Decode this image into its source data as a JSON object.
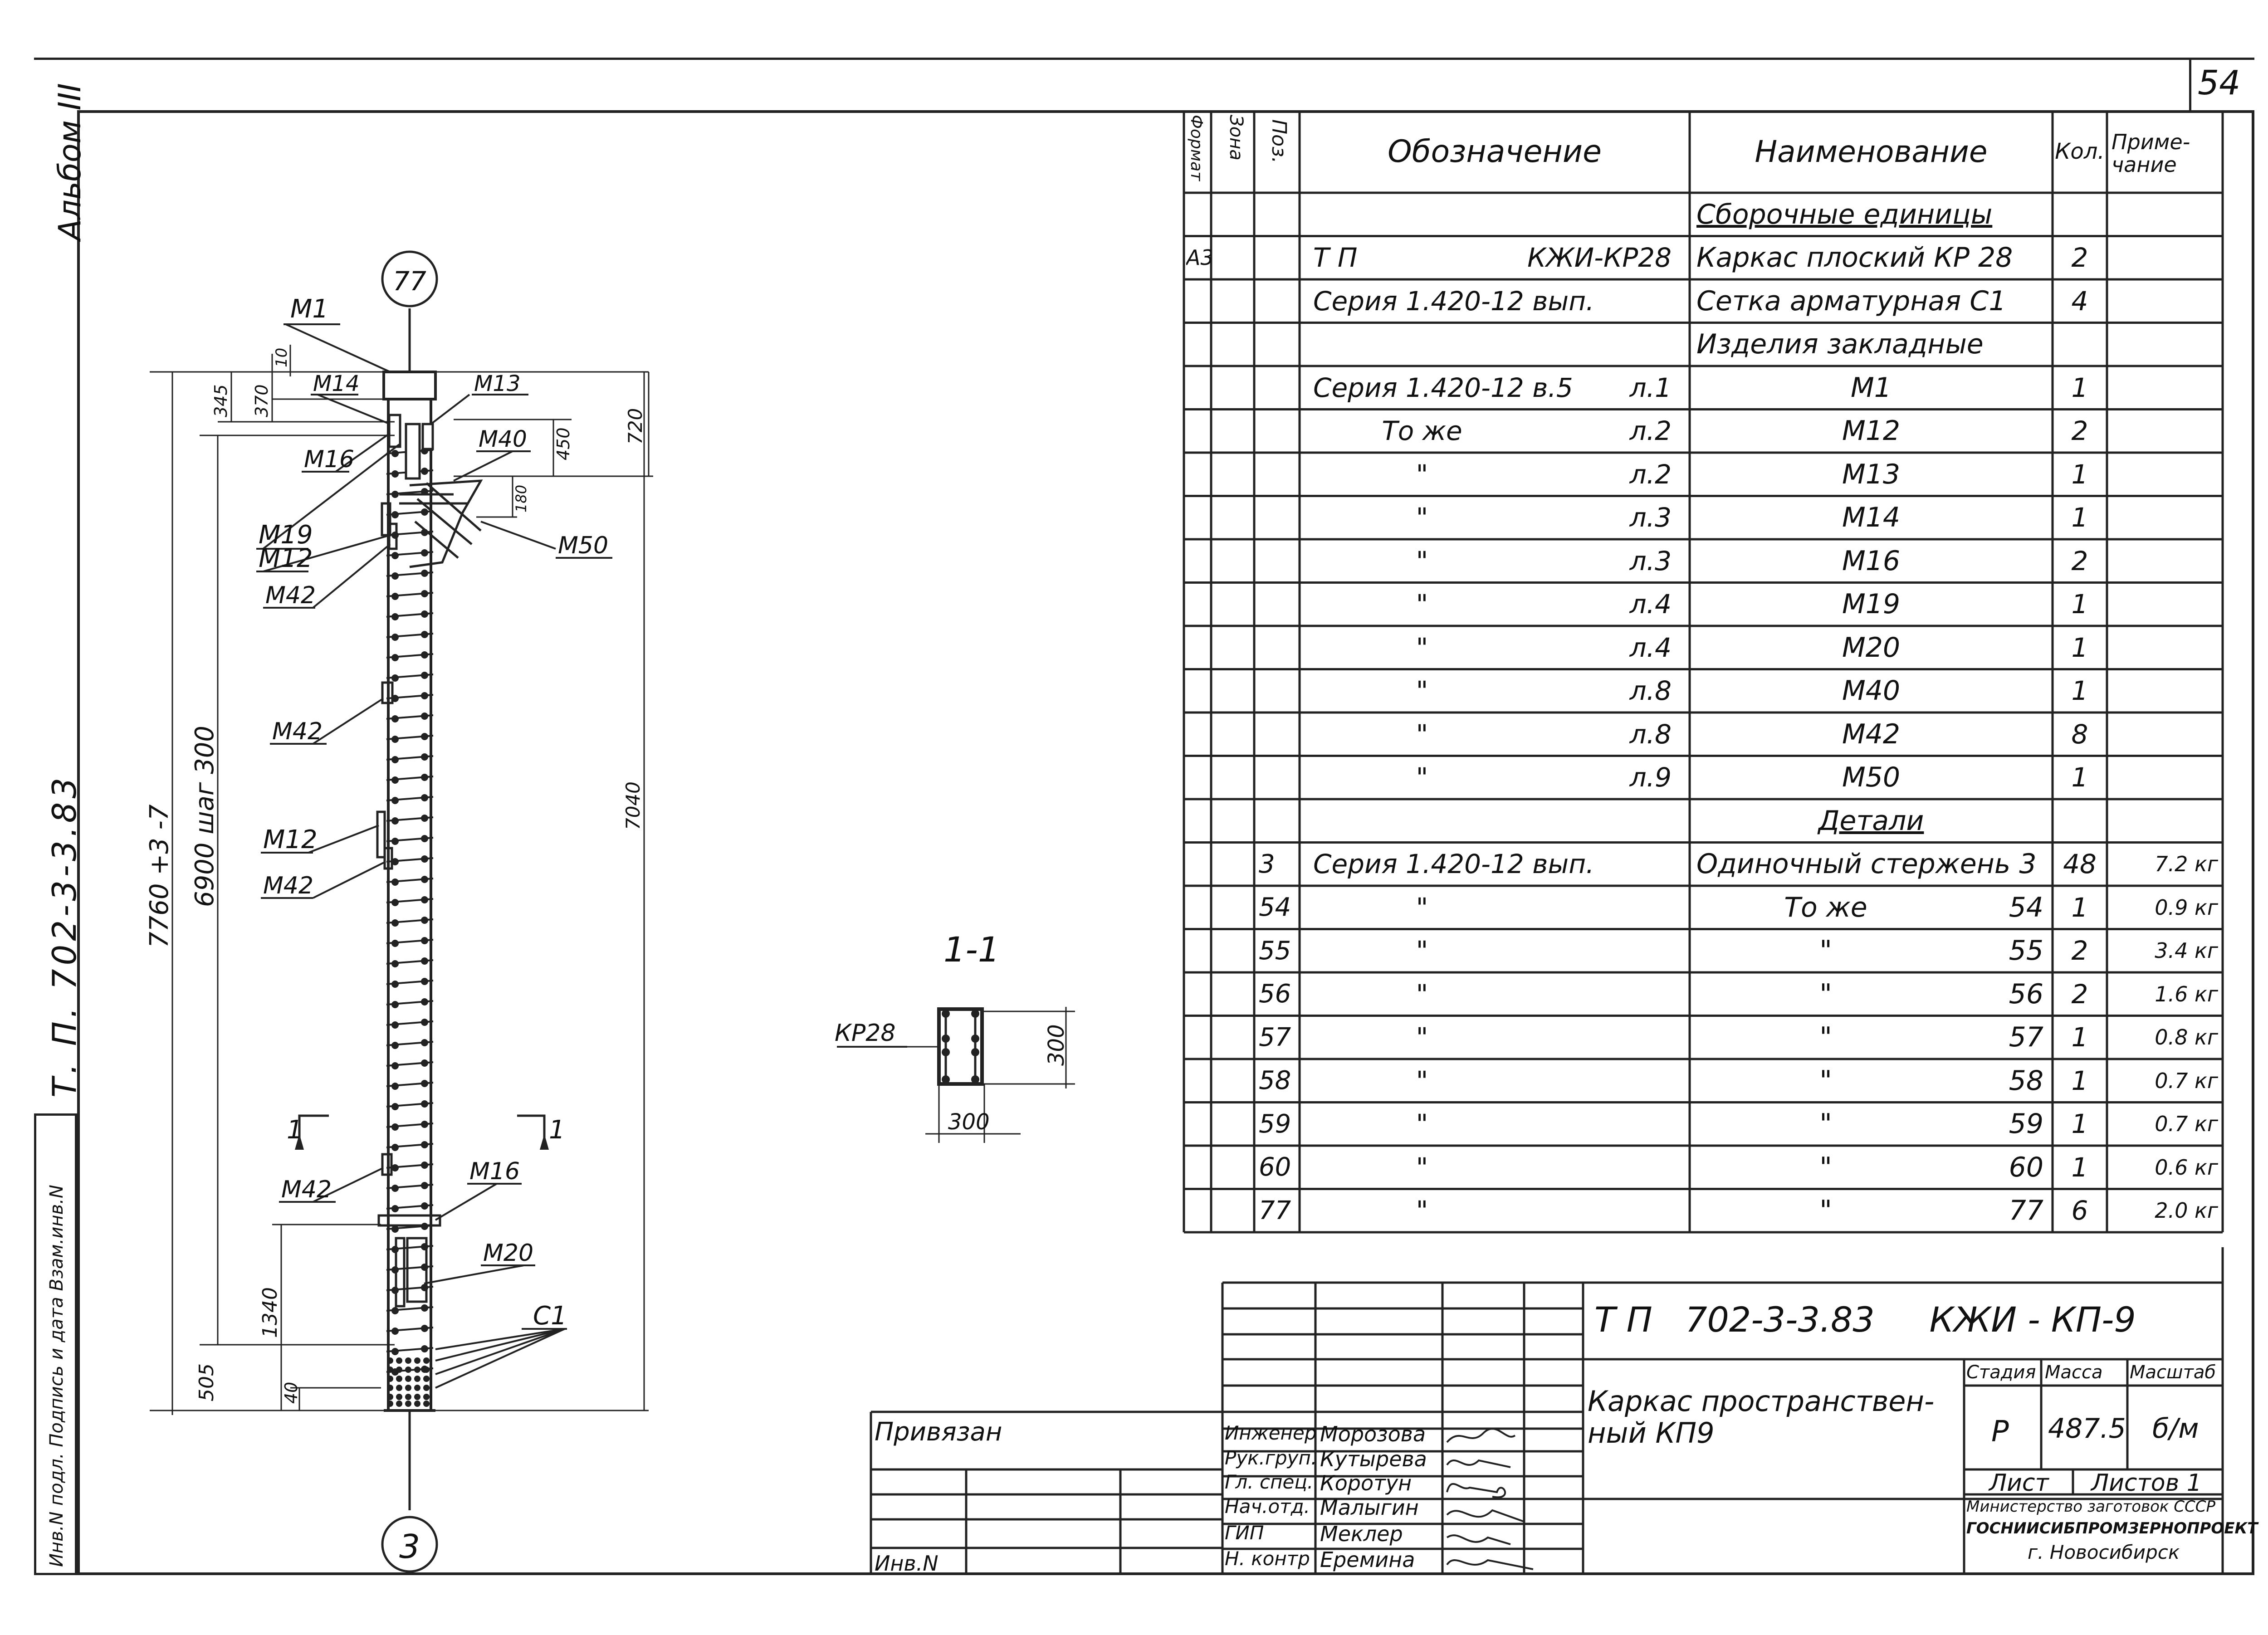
{
  "sheet_number": "54",
  "album_label": "Альбом III",
  "side_designation": "Т. П.   702-3-3.83",
  "side_strip": "Инв.N подл.  Подпись и дата  Взам.инв.N",
  "drawing": {
    "axis_top": "77",
    "axis_bottom": "3",
    "labels": [
      "М1",
      "М14",
      "М13",
      "М16",
      "М40",
      "М19",
      "М12",
      "М42",
      "М50",
      "М42",
      "М12",
      "М42",
      "М42",
      "М16",
      "М20",
      "С1"
    ],
    "dims": {
      "d10": "10",
      "d345": "345",
      "d370": "370",
      "d450": "450",
      "d720": "720",
      "d180": "180",
      "d7760": "7760 +3 -7",
      "d6900": "6900 шаг 300",
      "d7040": "7040",
      "d1340": "1340",
      "d505": "505",
      "d40": "40"
    },
    "cut_label": "1",
    "section_title": "1-1",
    "section_kp": "КР28",
    "section_h": "300",
    "section_w": "300"
  },
  "spec": {
    "headers": [
      "Формат",
      "Зона",
      "Поз.",
      "Обозначение",
      "Наименование",
      "Кол.",
      "Приме-\nчание"
    ],
    "rows": [
      {
        "fmt": "",
        "pos": "",
        "des_l": "",
        "des_r": "",
        "name": "Сборочные  единицы",
        "qty": "",
        "note": "",
        "style": "underline"
      },
      {
        "fmt": "А3",
        "pos": "",
        "des_l": "Т П",
        "des_r": "КЖИ-КР28",
        "name": "Каркас плоский КР 28",
        "qty": "2",
        "note": ""
      },
      {
        "fmt": "",
        "pos": "",
        "des_l": "Серия 1.420-12  вып.1",
        "des_r": "",
        "name": "Сетка арматурная С1",
        "qty": "4",
        "note": ""
      },
      {
        "fmt": "",
        "pos": "",
        "des_l": "",
        "des_r": "",
        "name": "Изделия  закладные",
        "qty": "",
        "note": ""
      },
      {
        "fmt": "",
        "pos": "",
        "des_l": "Серия  1.420-12 в.5",
        "des_r": "л.1",
        "name": "М1",
        "qty": "1",
        "note": "",
        "center": true
      },
      {
        "fmt": "",
        "pos": "",
        "des_l": "То же",
        "des_r": "л.2",
        "name": "М12",
        "qty": "2",
        "note": "",
        "center": true
      },
      {
        "fmt": "",
        "pos": "",
        "des_l": "\"",
        "des_r": "л.2",
        "name": "М13",
        "qty": "1",
        "note": "",
        "center": true
      },
      {
        "fmt": "",
        "pos": "",
        "des_l": "\"",
        "des_r": "л.3",
        "name": "М14",
        "qty": "1",
        "note": "",
        "center": true
      },
      {
        "fmt": "",
        "pos": "",
        "des_l": "\"",
        "des_r": "л.3",
        "name": "М16",
        "qty": "2",
        "note": "",
        "center": true
      },
      {
        "fmt": "",
        "pos": "",
        "des_l": "\"",
        "des_r": "л.4",
        "name": "М19",
        "qty": "1",
        "note": "",
        "center": true
      },
      {
        "fmt": "",
        "pos": "",
        "des_l": "\"",
        "des_r": "л.4",
        "name": "М20",
        "qty": "1",
        "note": "",
        "center": true
      },
      {
        "fmt": "",
        "pos": "",
        "des_l": "\"",
        "des_r": "л.8",
        "name": "М40",
        "qty": "1",
        "note": "",
        "center": true
      },
      {
        "fmt": "",
        "pos": "",
        "des_l": "\"",
        "des_r": "л.8",
        "name": "М42",
        "qty": "8",
        "note": "",
        "center": true
      },
      {
        "fmt": "",
        "pos": "",
        "des_l": "\"",
        "des_r": "л.9",
        "name": "М50",
        "qty": "1",
        "note": "",
        "center": true
      },
      {
        "fmt": "",
        "pos": "",
        "des_l": "",
        "des_r": "",
        "name": "Детали",
        "qty": "",
        "note": "",
        "style": "underline-center"
      },
      {
        "fmt": "",
        "pos": "3",
        "des_l": "Серия  1.420-12  вып.1",
        "des_r": "",
        "name": "Одиночный стержень 3",
        "qty": "48",
        "note": "7.2 кг"
      },
      {
        "fmt": "",
        "pos": "54",
        "des_l": "\"",
        "des_r": "",
        "name": "То же",
        "name_r": "54",
        "qty": "1",
        "note": "0.9 кг"
      },
      {
        "fmt": "",
        "pos": "55",
        "des_l": "\"",
        "des_r": "",
        "name": "\"",
        "name_r": "55",
        "qty": "2",
        "note": "3.4 кг"
      },
      {
        "fmt": "",
        "pos": "56",
        "des_l": "\"",
        "des_r": "",
        "name": "\"",
        "name_r": "56",
        "qty": "2",
        "note": "1.6 кг"
      },
      {
        "fmt": "",
        "pos": "57",
        "des_l": "\"",
        "des_r": "",
        "name": "\"",
        "name_r": "57",
        "qty": "1",
        "note": "0.8 кг"
      },
      {
        "fmt": "",
        "pos": "58",
        "des_l": "\"",
        "des_r": "",
        "name": "\"",
        "name_r": "58",
        "qty": "1",
        "note": "0.7 кг"
      },
      {
        "fmt": "",
        "pos": "59",
        "des_l": "\"",
        "des_r": "",
        "name": "\"",
        "name_r": "59",
        "qty": "1",
        "note": "0.7 кг"
      },
      {
        "fmt": "",
        "pos": "60",
        "des_l": "\"",
        "des_r": "",
        "name": "\"",
        "name_r": "60",
        "qty": "1",
        "note": "0.6 кг"
      },
      {
        "fmt": "",
        "pos": "77",
        "des_l": "\"",
        "des_r": "",
        "name": "\"",
        "name_r": "77",
        "qty": "6",
        "note": "2.0 кг"
      }
    ]
  },
  "title_block": {
    "code": "Т П   702-3-3.83     КЖИ - КП-9",
    "title": "Каркас пространствен-\nный  КП9",
    "stage_label": "Стадия",
    "mass_label": "Масса",
    "scale_label": "Масштаб",
    "stage": "Р",
    "mass": "487.5",
    "scale": "б/м",
    "sheet_label": "Лист",
    "sheets_label": "Листов 1",
    "org1": "Министерство заготовок СССР",
    "org2": "ГОСНИИСИБПРОМЗЕРНОПРОЕКТ",
    "org3": "г. Новосибирск",
    "privyazan": "Привязан",
    "inv": "Инв.N",
    "roles": [
      "Инженер",
      "Рук.груп.",
      "Гл. спец.",
      "Нач.отд.",
      "ГИП",
      "Н. контр"
    ],
    "names": [
      "Морозова",
      "Кутырева",
      "Коротун",
      "Малыгин",
      "Меклер",
      "Еремина"
    ]
  }
}
